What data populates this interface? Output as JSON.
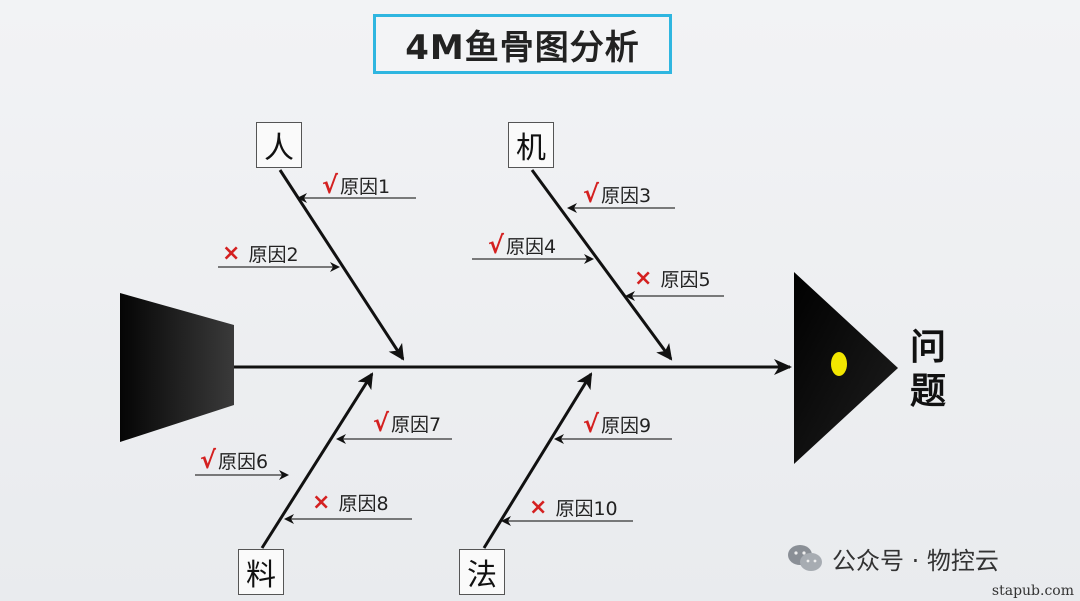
{
  "title": "4M鱼骨图分析",
  "problem": "问题",
  "categories": {
    "person": "人",
    "machine": "机",
    "material": "料",
    "method": "法"
  },
  "marks": {
    "check": "√",
    "cross": "×"
  },
  "causes": {
    "c1": {
      "label": "原因1",
      "status": "check"
    },
    "c2": {
      "label": "原因2",
      "status": "cross"
    },
    "c3": {
      "label": "原因3",
      "status": "check"
    },
    "c4": {
      "label": "原因4",
      "status": "check"
    },
    "c5": {
      "label": "原因5",
      "status": "cross"
    },
    "c6": {
      "label": "原因6",
      "status": "check"
    },
    "c7": {
      "label": "原因7",
      "status": "check"
    },
    "c8": {
      "label": "原因8",
      "status": "cross"
    },
    "c9": {
      "label": "原因9",
      "status": "check"
    },
    "c10": {
      "label": "原因10",
      "status": "cross"
    }
  },
  "watermark": "公众号 · 物控云",
  "site": "stapub.com",
  "colors": {
    "accent": "#2fb6e0",
    "mark": "#d42020",
    "eye": "#f2e600"
  }
}
